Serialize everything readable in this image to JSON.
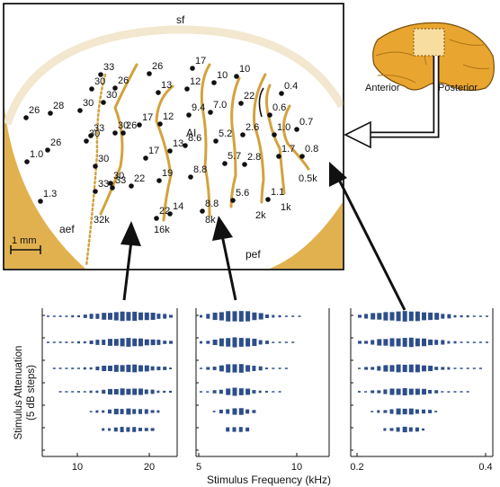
{
  "map": {
    "labels": {
      "sf": "sf",
      "aef": "aef",
      "pef": "pef",
      "ai": "AI",
      "scale": "1 mm"
    },
    "contour_labels": [
      "32k",
      "16k",
      "8k",
      "2k",
      "1k",
      "0.5k"
    ],
    "points": [
      {
        "label": "26"
      },
      {
        "label": "28"
      },
      {
        "label": "1.0"
      },
      {
        "label": "26"
      },
      {
        "label": "1.3"
      },
      {
        "label": "30"
      },
      {
        "label": "30"
      },
      {
        "label": "33"
      },
      {
        "label": "30"
      },
      {
        "label": "30"
      },
      {
        "label": "33"
      },
      {
        "label": "30"
      },
      {
        "label": "33"
      },
      {
        "label": "30"
      },
      {
        "label": "33"
      },
      {
        "label": "30"
      },
      {
        "label": "26"
      },
      {
        "label": "26"
      },
      {
        "label": "17"
      },
      {
        "label": "22"
      },
      {
        "label": "26"
      },
      {
        "label": "13"
      },
      {
        "label": "17"
      },
      {
        "label": "12"
      },
      {
        "label": "13"
      },
      {
        "label": "19"
      },
      {
        "label": "22"
      },
      {
        "label": "14"
      },
      {
        "label": "17"
      },
      {
        "label": "12"
      },
      {
        "label": "10"
      },
      {
        "label": "10"
      },
      {
        "label": "9.4"
      },
      {
        "label": "7.0"
      },
      {
        "label": "22"
      },
      {
        "label": "8.6"
      },
      {
        "label": "5.2"
      },
      {
        "label": "8.8"
      },
      {
        "label": "5.7"
      },
      {
        "label": "2.8"
      },
      {
        "label": "8.8"
      },
      {
        "label": "5.6"
      },
      {
        "label": "0.4"
      },
      {
        "label": "0.6"
      },
      {
        "label": "2.6"
      },
      {
        "label": "1.0"
      },
      {
        "label": "0.7"
      },
      {
        "label": "1.7"
      },
      {
        "label": "0.8"
      },
      {
        "label": "1.1"
      }
    ]
  },
  "brain": {
    "anterior": "Anterior",
    "posterior": "Posterior"
  },
  "response_panels": {
    "y_axis_label_line1": "Stimulus Attenuation",
    "y_axis_label_line2": "(5 dB steps)",
    "x_axis_label": "Stimulus Frequency (kHz)",
    "panels": [
      {
        "ticks": [
          "10",
          "20"
        ]
      },
      {
        "ticks": [
          "5",
          "10"
        ]
      },
      {
        "ticks": [
          "0.2",
          "0.4"
        ]
      }
    ]
  },
  "colors": {
    "contour": "#d3a23e",
    "cortex_fill": "#e2b14f",
    "boundary_arc": "#f3e7cf",
    "brain_fill": "#e8a630",
    "brain_window": "#f8dda0",
    "bar": "#2e4e89",
    "dot": "#111111"
  }
}
